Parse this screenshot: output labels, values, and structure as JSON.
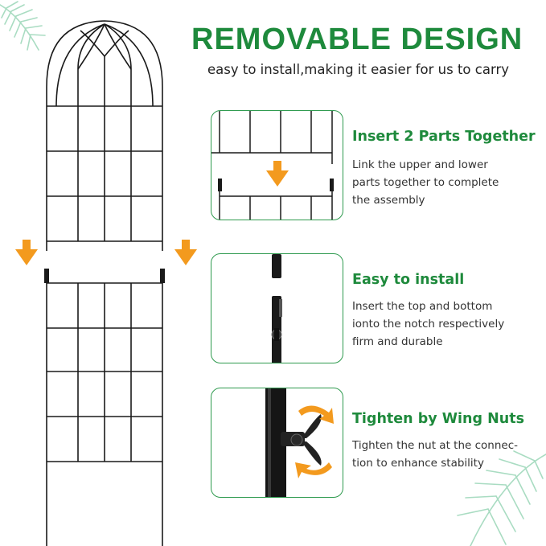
{
  "header": {
    "title": "REMOVABLE DESIGN",
    "subtitle": "easy to install,making it easier for us to carry"
  },
  "features": [
    {
      "title": "Insert 2 Parts Together",
      "desc_lines": [
        "Link the upper and lower",
        "parts together to complete",
        "the assembly"
      ]
    },
    {
      "title": "Easy to install",
      "desc_lines": [
        "Insert the top and bottom",
        "ionto the notch respectively",
        "firm and durable"
      ]
    },
    {
      "title": "Tighten by Wing Nuts",
      "desc_lines": [
        "Tighten the nut at the connec-",
        "tion to enhance stability"
      ]
    }
  ],
  "icons": {
    "arrow": "down-arrow-icon",
    "rotate": "rotate-arrows-icon",
    "leaf": "palm-leaf-icon"
  },
  "colors": {
    "title_green": "#1e8a3c",
    "panel_border": "#2e9a4e",
    "arrow_orange": "#f39a1e",
    "frame_black": "#1a1a1a",
    "leaf_green": "#9fd4b8"
  }
}
